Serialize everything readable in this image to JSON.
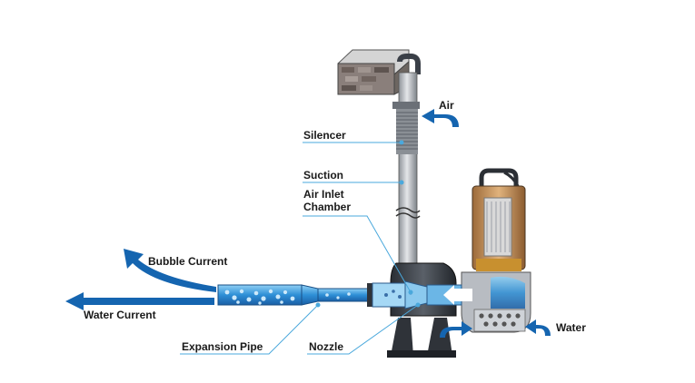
{
  "labels": {
    "air": "Air",
    "silencer": "Silencer",
    "suction": "Suction",
    "air_inlet_line1": "Air Inlet",
    "air_inlet_line2": "Chamber",
    "bubble_current": "Bubble Current",
    "water_current": "Water Current",
    "expansion_pipe": "Expansion Pipe",
    "nozzle": "Nozzle",
    "water": "Water"
  },
  "colors": {
    "water_blue": "#1f78c8",
    "leader_blue": "#4aa8dc",
    "arrow_blue": "#1565b0",
    "pipe_gray": "#b8bcc2",
    "pump_dark": "#3a3f47",
    "motor_orange": "#c9874a"
  }
}
